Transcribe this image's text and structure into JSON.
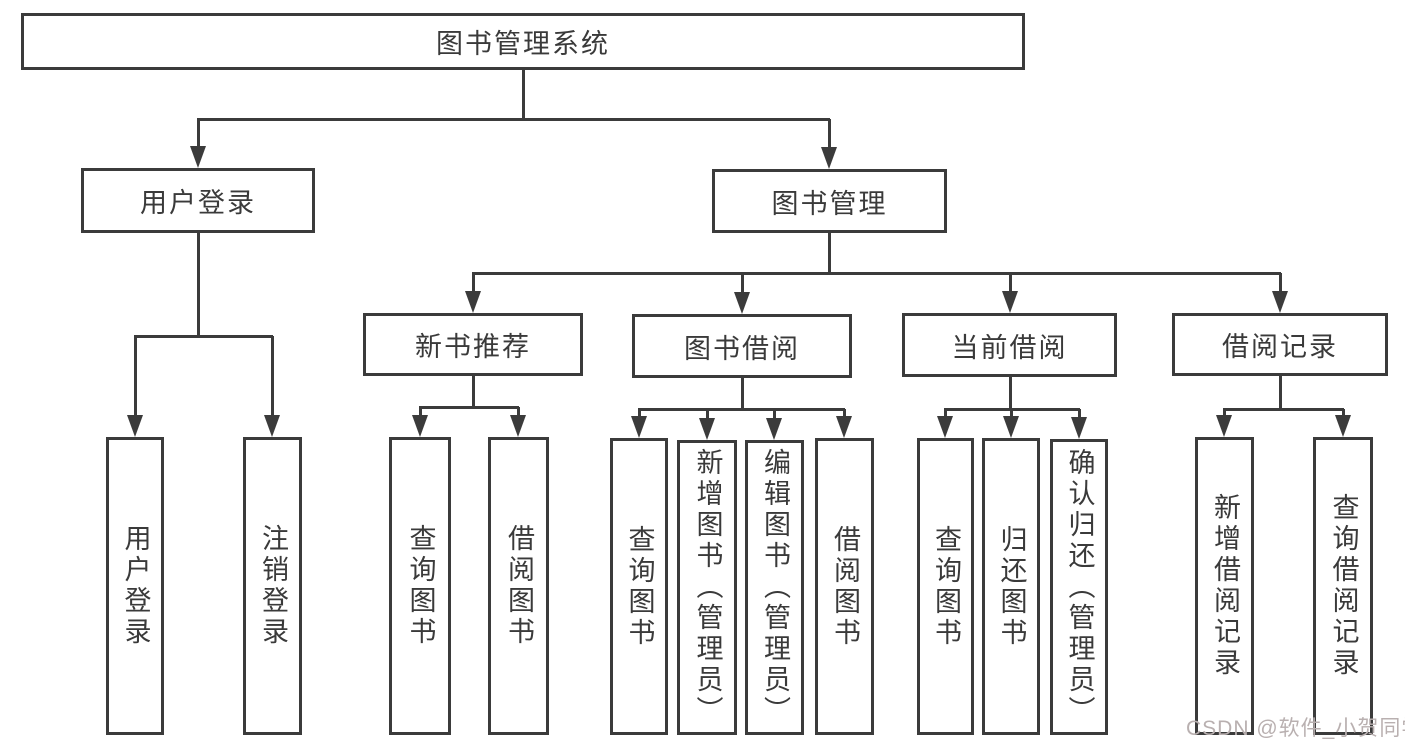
{
  "colors": {
    "line": "#3b3b3b",
    "box_border": "#3b3b3b",
    "text": "#3a3a3a",
    "background": "#ffffff",
    "watermark": "#b9b0b0"
  },
  "watermark": {
    "text": "CSDN @软件_小贺同学"
  },
  "tree": {
    "label": "图书管理系统",
    "children": [
      {
        "label": "用户登录",
        "children": [
          {
            "label": "用户登录"
          },
          {
            "label": "注销登录"
          }
        ]
      },
      {
        "label": "图书管理",
        "children": [
          {
            "label": "新书推荐",
            "children": [
              {
                "label": "查询图书"
              },
              {
                "label": "借阅图书"
              }
            ]
          },
          {
            "label": "图书借阅",
            "children": [
              {
                "label": "查询图书"
              },
              {
                "label": "新增图书（管理员）"
              },
              {
                "label": "编辑图书（管理员）"
              },
              {
                "label": "借阅图书"
              }
            ]
          },
          {
            "label": "当前借阅",
            "children": [
              {
                "label": "查询图书"
              },
              {
                "label": "归还图书"
              },
              {
                "label": "确认归还（管理员）"
              }
            ]
          },
          {
            "label": "借阅记录",
            "children": [
              {
                "label": "新增借阅记录"
              },
              {
                "label": "查询借阅记录"
              }
            ]
          }
        ]
      }
    ]
  }
}
